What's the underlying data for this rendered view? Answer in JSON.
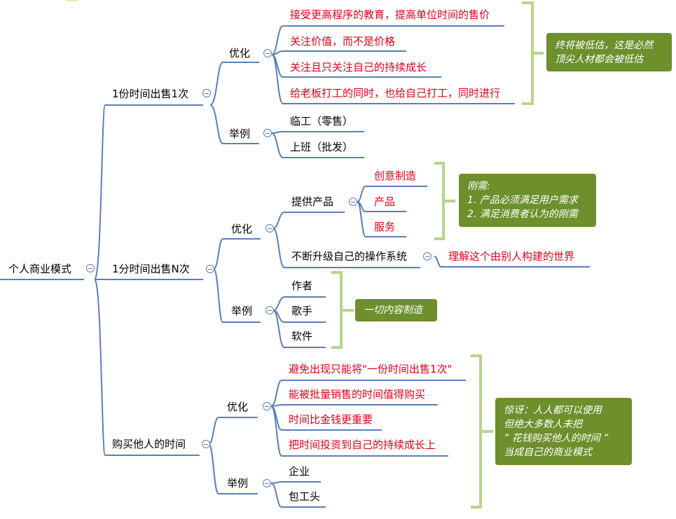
{
  "root": {
    "label": "个人商业模式"
  },
  "branches": {
    "b1": {
      "label": "1份时间出售1次",
      "opt_label": "优化",
      "opt_items": [
        "接受更高程序的教育，提高单位时间的售价",
        "关注价值，而不是价格",
        "关注且只关注自己的持续成长",
        "给老板打工的同时，也给自己打工，同时进行"
      ],
      "ex_label": "举例",
      "ex_items": [
        "临工（零售）",
        "上班（批发）"
      ],
      "note": [
        "终将被低估，这是必然",
        "顶尖人材都会被低估"
      ]
    },
    "b2": {
      "label": "1分时间出售N次",
      "opt_label": "优化",
      "product_label": "提供产品",
      "product_items": [
        "创意制造",
        "产品",
        "服务"
      ],
      "product_note": [
        "刚需:",
        "1. 产品必须满足用户需求",
        "2. 满足消费者认为的刚需"
      ],
      "upgrade_label": "不断升级自己的操作系统",
      "upgrade_child": "理解这个由别人构建的世界",
      "ex_label": "举例",
      "ex_items": [
        "作者",
        "歌手",
        "软件"
      ],
      "ex_note": "一切内容制造"
    },
    "b3": {
      "label": "购买他人的时间",
      "opt_label": "优化",
      "opt_items": [
        "避免出现只能将\"一份时间出售1次\"",
        "能被批量销售的时间值得购买",
        "时间比金钱更重要",
        "把时间投资到自己的持续成长上"
      ],
      "ex_label": "举例",
      "ex_items": [
        "企业",
        "包工头"
      ],
      "note": [
        "惊讶：人人都可以使用",
        "但绝大多数人未把",
        "” 花钱购买他人的时间 ”",
        "当成自己的商业模式"
      ]
    }
  },
  "colors": {
    "line": "#5a7fb8",
    "red_text": "#e0001a",
    "note_bg": "#6d8f2c",
    "bracket": "#b7d48c"
  }
}
